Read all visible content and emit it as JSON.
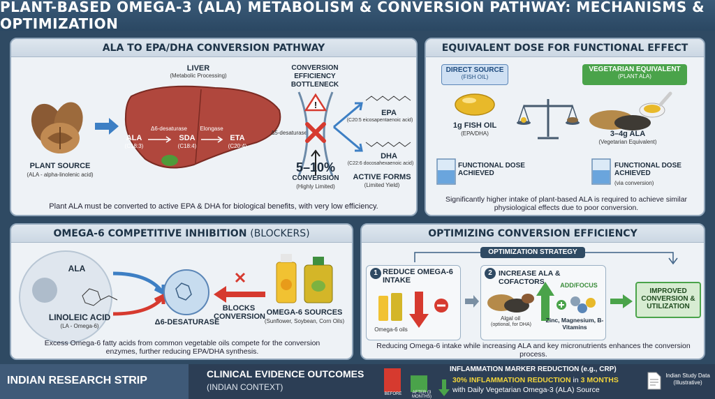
{
  "title": "PLANT-BASED OMEGA-3 (ALA) METABOLISM & CONVERSION PATHWAY: MECHANISMS & OPTIMIZATION",
  "pathway": {
    "title": "ALA TO EPA/DHA CONVERSION PATHWAY",
    "liver_label": "LIVER",
    "liver_sub": "(Metabolic Processing)",
    "plant_source": "PLANT SOURCE",
    "plant_source_sub": "(ALA - alpha-linolenic acid)",
    "ala": "ALA",
    "ala_sub": "(C18:3)",
    "d6": "Δ6-desaturase",
    "sda": "SDA",
    "sda_sub": "(C18:4)",
    "elongase": "Elongase",
    "eta": "ETA",
    "eta_sub": "(C20:4)",
    "d5": "Δ5-desaturase",
    "bottleneck": "CONVERSION EFFICIENCY BOTTLENECK",
    "pct": "5–10%",
    "pct_label": "CONVERSION",
    "pct_sub": "(Highly Limited)",
    "epa": "EPA",
    "epa_sub": "(C20:5 eicosapentaenoic acid)",
    "dha": "DHA",
    "dha_sub": "(C22:6 docosahexaenoic acid)",
    "active": "ACTIVE FORMS",
    "active_sub": "(Limited Yield)",
    "caption": "Plant ALA must be converted to active EPA & DHA for biological benefits, with very low efficiency."
  },
  "dose": {
    "title": "EQUIVALENT DOSE FOR FUNCTIONAL EFFECT",
    "direct": "DIRECT SOURCE",
    "direct_sub": "(FISH OIL)",
    "veg": "VEGETARIAN EQUIVALENT",
    "veg_sub": "(PLANT ALA)",
    "fish_amount": "1g FISH OIL",
    "fish_amount_sub": "(EPA/DHA)",
    "ala_amount": "3–4g ALA",
    "ala_amount_sub": "(Vegetarian Equivalent)",
    "func1": "FUNCTIONAL DOSE ACHIEVED",
    "func2": "FUNCTIONAL DOSE ACHIEVED",
    "func2_sub": "(via conversion)",
    "caption": "Significantly higher intake of plant-based ALA is required to achieve similar physiological effects due to poor conversion."
  },
  "omega6": {
    "title_a": "OMEGA-6 COMPETITIVE INHIBITION",
    "title_b": "(BLOCKERS)",
    "ala": "ALA",
    "la": "LINOLEIC ACID",
    "la_sub": "(LA - Omega-6)",
    "enzyme": "Δ6-DESATURASE",
    "blocks": "BLOCKS CONVERSION",
    "sources": "OMEGA-6 SOURCES",
    "sources_sub": "(Sunflower, Soybean, Corn Oils)",
    "caption": "Excess Omega-6 fatty acids from common vegetable oils compete for the conversion enzymes, further reducing EPA/DHA synthesis."
  },
  "optimize": {
    "title": "OPTIMIZING CONVERSION EFFICIENCY",
    "strategy": "OPTIMIZATION STRATEGY",
    "step1_num": "1",
    "step1": "REDUCE OMEGA-6 INTAKE",
    "step1_sub": "Omega-6 oils",
    "step2_num": "2",
    "step2": "INCREASE ALA & COFACTORS",
    "add": "ADD/FOCUS",
    "algal": "Algal oil",
    "algal_sub": "(optional, for DHA)",
    "cofactors": "Zinc, Magnesium, B-Vitamins",
    "result": "IMPROVED CONVERSION & UTILIZATION",
    "caption": "Reducing Omega-6 intake while increasing ALA and key micronutrients enhances the conversion process."
  },
  "footer": {
    "strip": "INDIAN RESEARCH STRIP",
    "clinical": "CLINICAL EVIDENCE OUTCOMES",
    "clinical_sub": "(INDIAN CONTEXT)",
    "before": "BEFORE",
    "after": "AFTER (3 MONTHS)",
    "marker": "INFLAMMATION MARKER REDUCTION (e.g., CRP)",
    "result_a": "30% INFLAMMATION REDUCTION",
    "result_b": "in",
    "result_c": "3 MONTHS",
    "result_d": "with Daily Vegetarian Omega-3 (ALA) Source",
    "source": "Indian Study Data (Illustrative)"
  },
  "bars": {
    "before": 1.0,
    "after": 0.7
  },
  "colors": {
    "header": "#2b4863",
    "liver": "#b0473d",
    "arrow_blue": "#3d7fc4",
    "red": "#d63a2f",
    "green": "#4aa34a",
    "gold": "#e8b92a",
    "panel": "#eef2f6"
  }
}
